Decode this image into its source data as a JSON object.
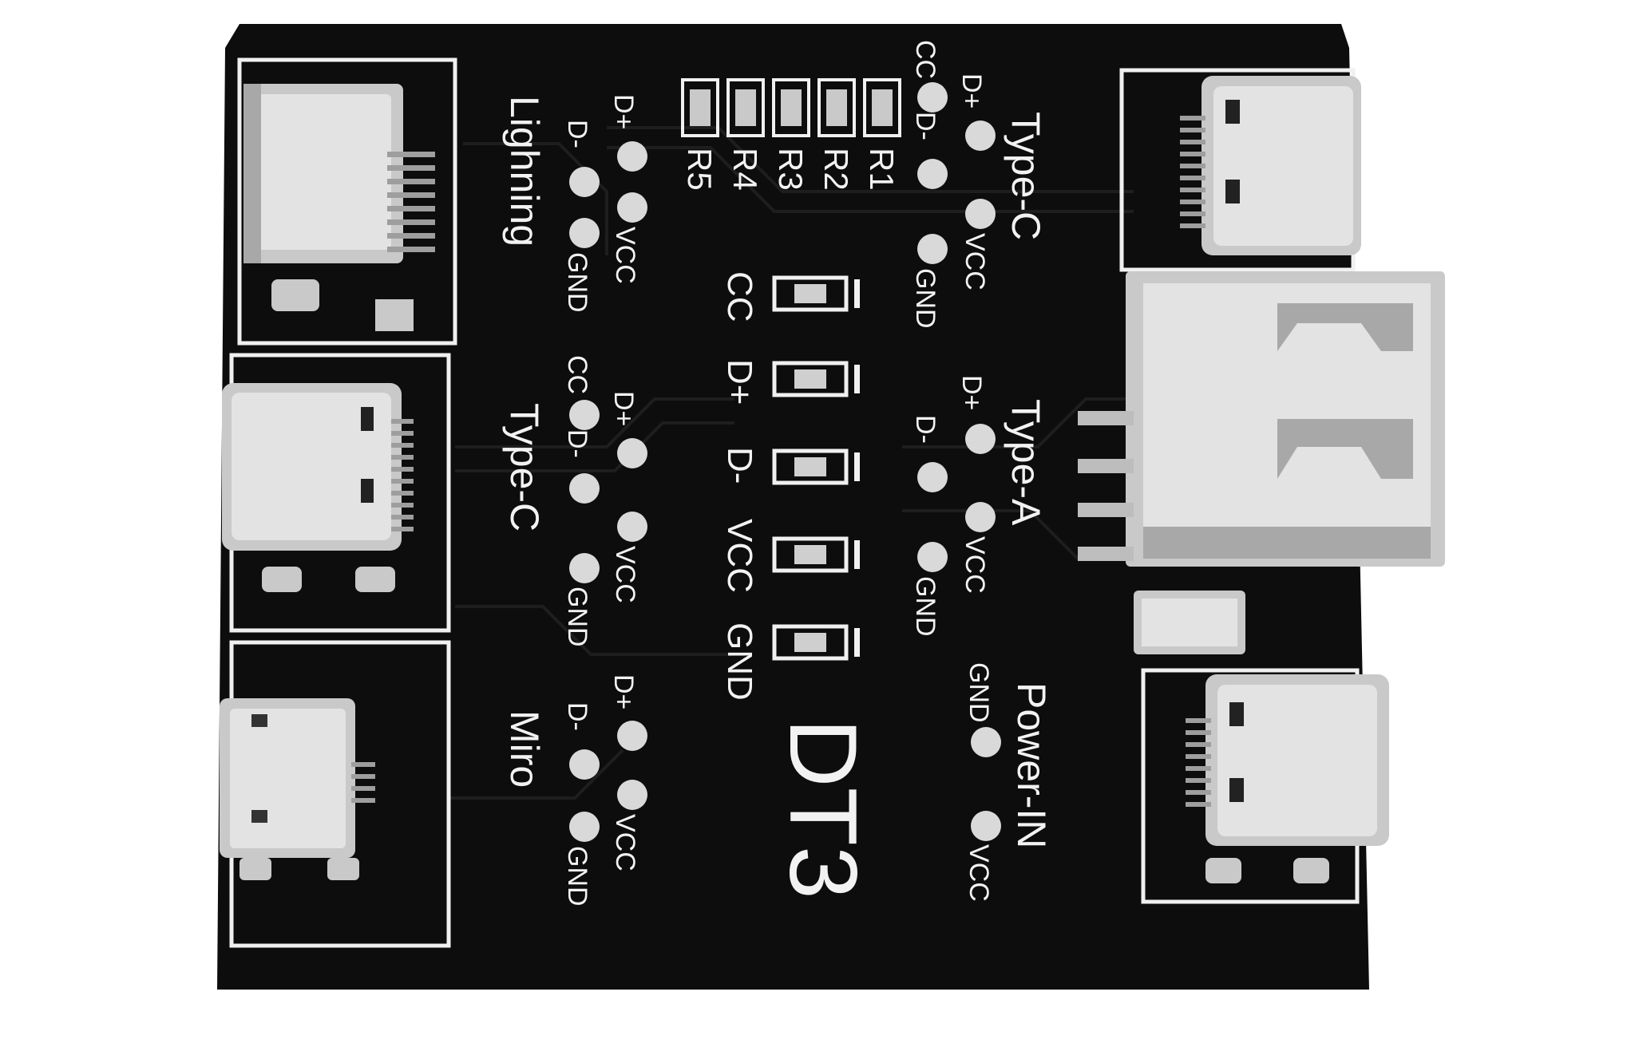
{
  "board": {
    "model": "DT3",
    "colors": {
      "pcb": "#0d0d0d",
      "silkscreen": "#f2f2f2",
      "metal": "#c9c9c9",
      "background": "#ffffff"
    }
  },
  "left_ports": [
    {
      "name": "Lighning",
      "pins": [
        "D+",
        "D-",
        "VCC",
        "GND"
      ]
    },
    {
      "name": "Type-C",
      "pins": [
        "CC",
        "D+",
        "D-",
        "VCC",
        "GND"
      ]
    },
    {
      "name": "Miro",
      "pins": [
        "D+",
        "D-",
        "VCC",
        "GND"
      ]
    }
  ],
  "right_ports": [
    {
      "name": "Type-C",
      "pins": [
        "CC",
        "D+",
        "D-",
        "VCC",
        "GND"
      ]
    },
    {
      "name": "Type-A",
      "pins": [
        "D+",
        "D-",
        "VCC",
        "GND"
      ]
    },
    {
      "name": "Power-IN",
      "pins": [
        "GND",
        "VCC"
      ]
    }
  ],
  "resistors": [
    "R1",
    "R2",
    "R3",
    "R4",
    "R5"
  ],
  "leds": [
    "CC",
    "D+",
    "D-",
    "VCC",
    "GND"
  ]
}
